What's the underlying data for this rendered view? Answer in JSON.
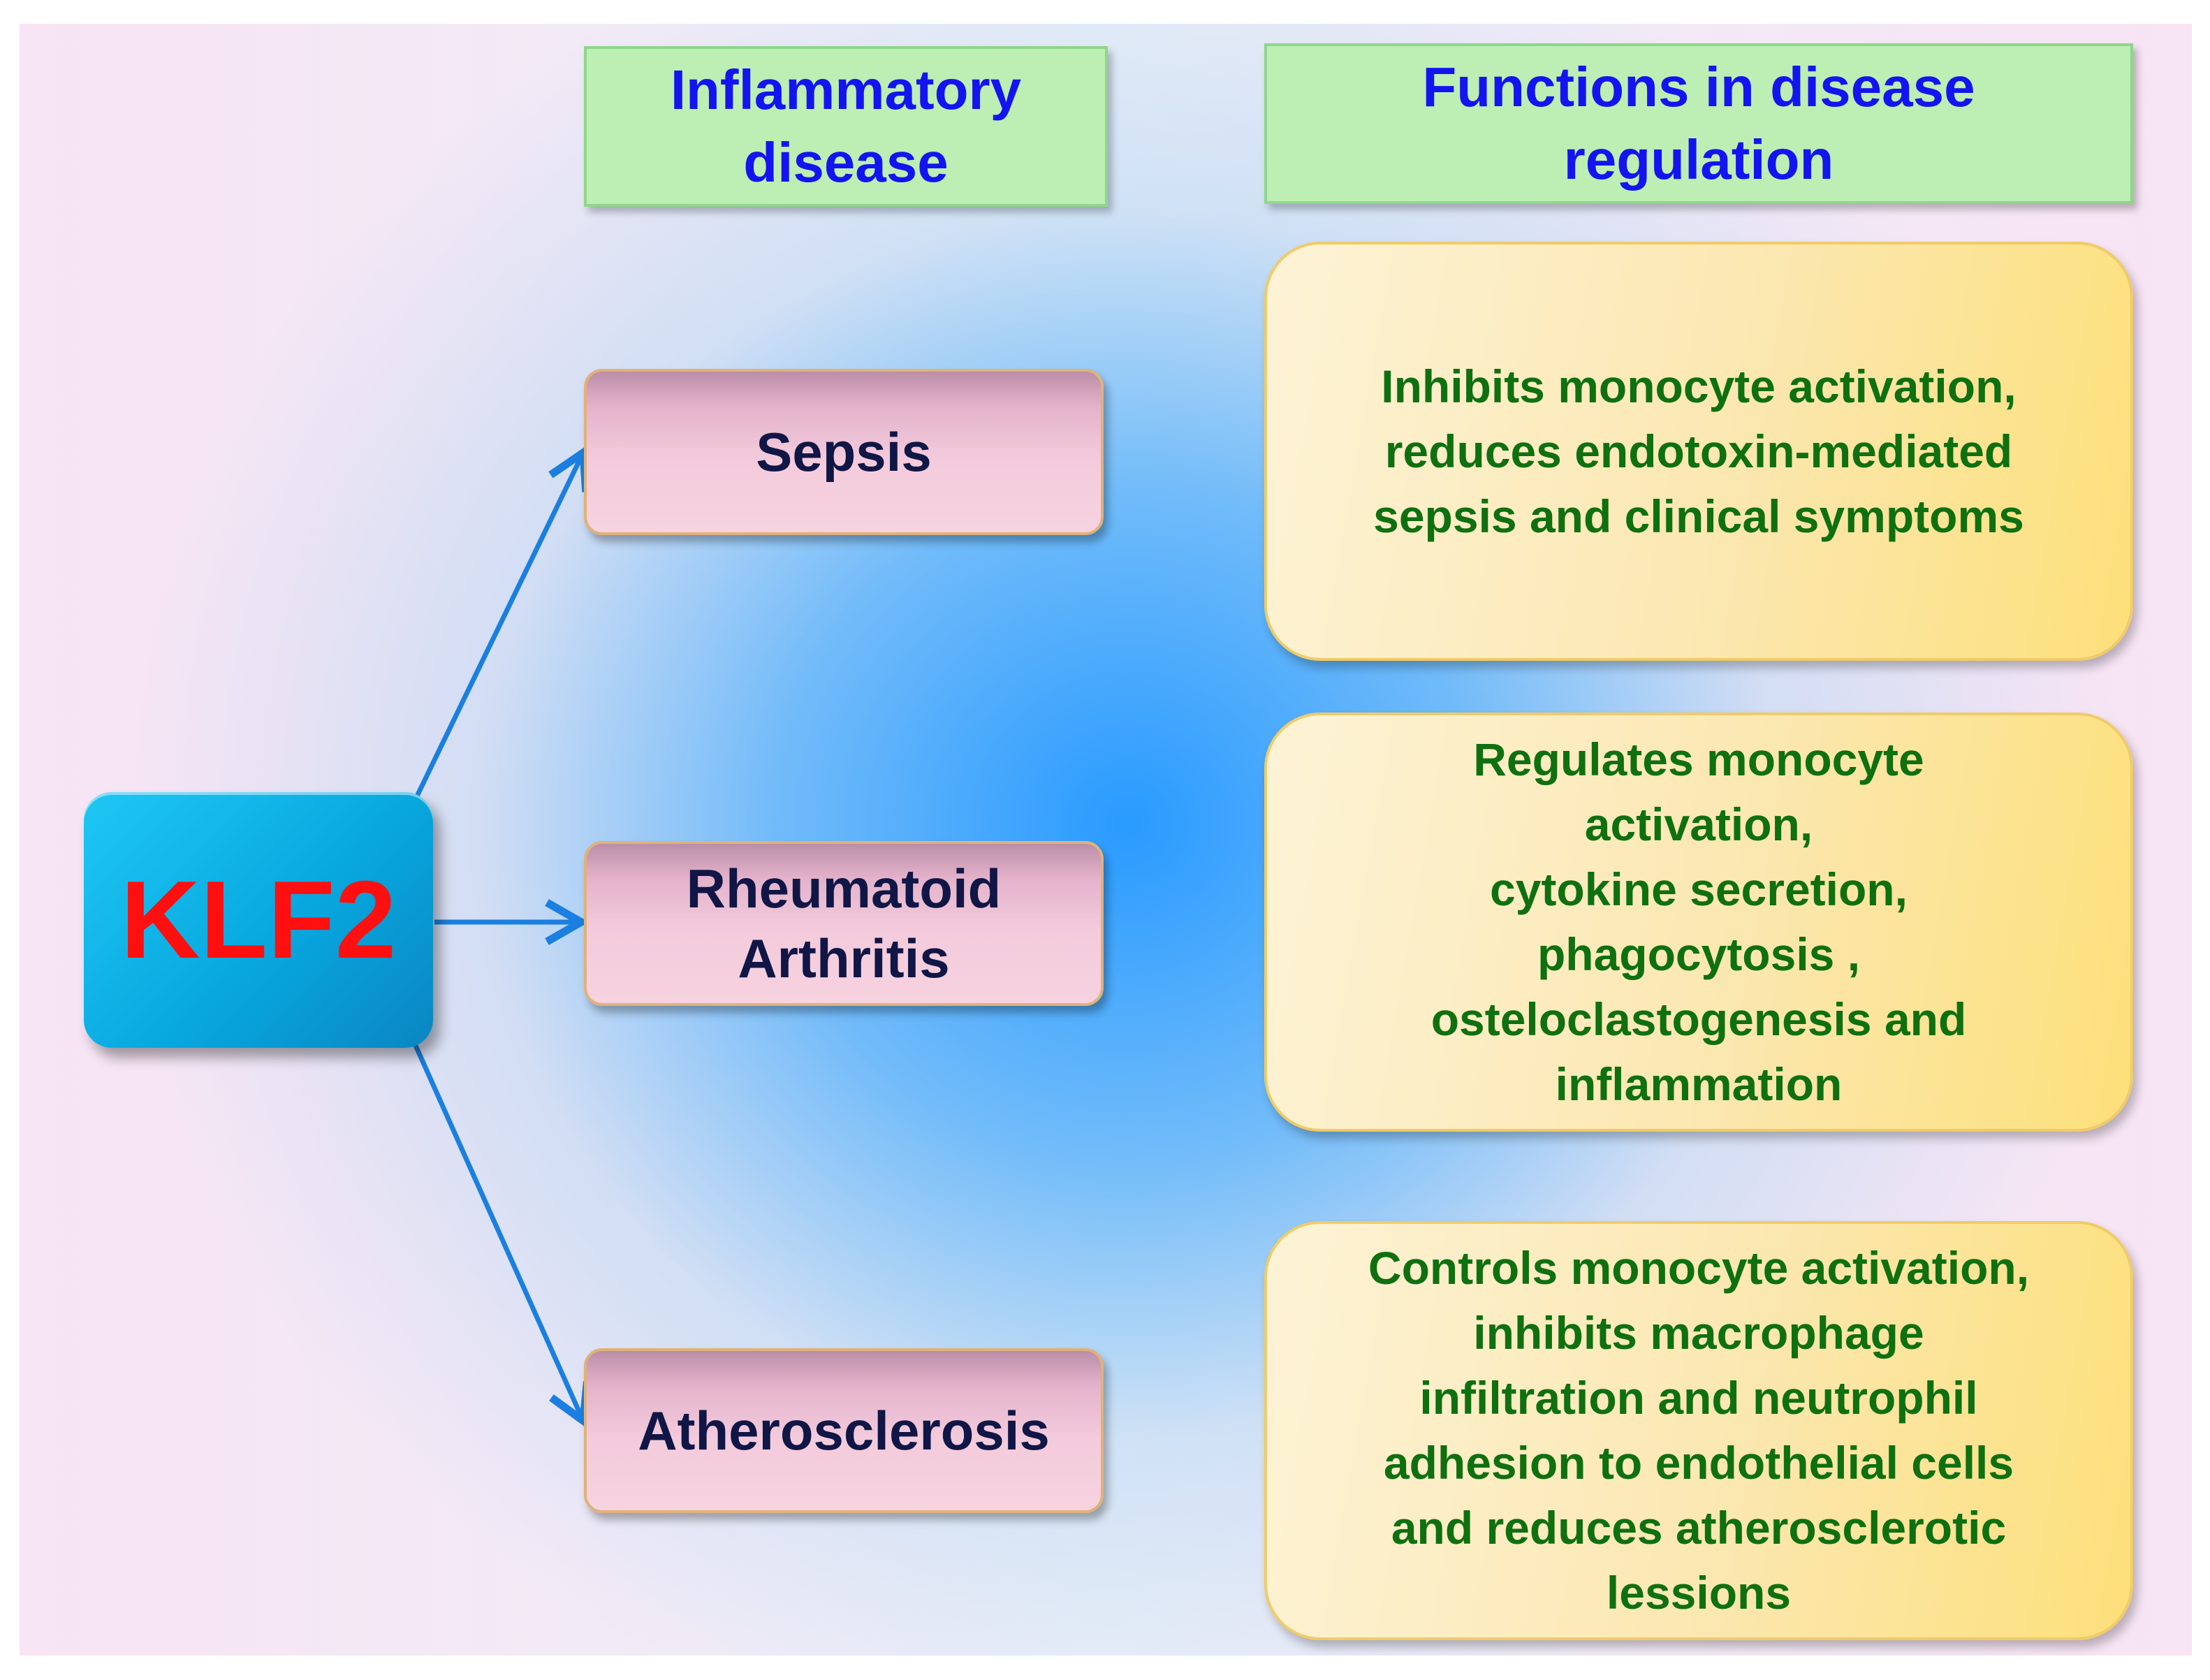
{
  "headers": {
    "disease": [
      "Inflammatory",
      "disease"
    ],
    "functions": [
      "Functions in disease",
      "regulation"
    ]
  },
  "center": {
    "label": "KLF2"
  },
  "diseases": [
    {
      "lines": [
        "Sepsis"
      ]
    },
    {
      "lines": [
        "Rheumatoid",
        "Arthritis"
      ]
    },
    {
      "lines": [
        "Atherosclerosis"
      ]
    }
  ],
  "functions": [
    {
      "lines": [
        "Inhibits monocyte activation,",
        "reduces endotoxin-mediated",
        "sepsis and clinical symptoms"
      ]
    },
    {
      "lines": [
        "Regulates monocyte",
        "activation,",
        "cytokine secretion,",
        "phagocytosis ,",
        "osteloclastogenesis and",
        "inflammation"
      ]
    },
    {
      "lines": [
        "Controls monocyte activation,",
        "inhibits macrophage",
        "infiltration and neutrophil",
        "adhesion to endothelial cells",
        "and reduces  atherosclerotic",
        "lessions"
      ]
    }
  ],
  "colors": {
    "arrow": "#1a7fe0",
    "klf_text": "#ff1010",
    "header_text": "#1414f0",
    "function_text": "#0f7010",
    "disease_text": "#101645"
  }
}
